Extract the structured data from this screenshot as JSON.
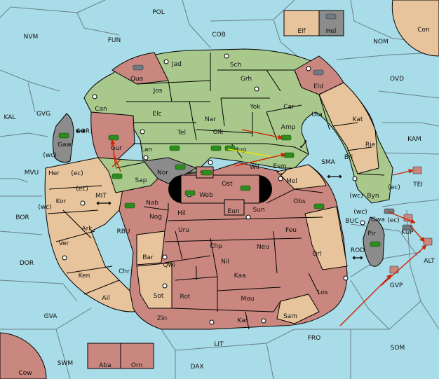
{
  "colors": {
    "sea": "#a8dce8",
    "green": "#a9c98c",
    "red": "#c9877f",
    "tan": "#e7c49b",
    "gray": "#8c8c8c",
    "order_red": "#cc2200",
    "order_yellow": "#e8e800",
    "unit_green": "#2e8b1e"
  },
  "sea_labels": {
    "POL": "POL",
    "NVM": "NVM",
    "FUN": "FUN",
    "COB": "COB",
    "NOM": "NOM",
    "Con": "Con",
    "OVD": "OVD",
    "KAL": "KAL",
    "GVG": "GVG",
    "GOR": "GOR",
    "KAM": "KAM",
    "SMA": "SMA",
    "TEI": "TEI",
    "MVU": "MVU",
    "MIT": "MIT",
    "BOR": "BOR",
    "RBU": "RBU",
    "BUC": "BUC",
    "KUP": "KUP",
    "DOR": "DOR",
    "ROD": "ROD",
    "ALT": "ALT",
    "GVP": "GVP",
    "GVA": "GVA",
    "FRO": "FRO",
    "SOM": "SOM",
    "LIT": "LIT",
    "SWM": "SWM",
    "DAX": "DAX",
    "Cow": "Cow"
  },
  "land_labels": {
    "Elf": "Elf",
    "Hel": "Hel",
    "Jad": "Jad",
    "Sch": "Sch",
    "Qua": "Qua",
    "Eld": "Eld",
    "Jos": "Jos",
    "Grh": "Grh",
    "Can": "Can",
    "Yok": "Yok",
    "Car": "Car",
    "Uta": "Uta",
    "Kat": "Kat",
    "Elc": "Elc",
    "Nar": "Nar",
    "Tel": "Tel",
    "Olk": "Olk",
    "Amp": "Amp",
    "Gaw": "Gaw",
    "Gur": "Gur",
    "Lan": "Lan",
    "Hug": "Hug",
    "Rie": "Rie",
    "Bri": "Bri",
    "Wil": "Wil",
    "Esm": "Esm",
    "Nor": "Nor",
    "Skr": "Skr",
    "Sap": "Sap",
    "Her": "Her",
    "wc1": "(wc)",
    "ec1": "(ec)",
    "Ost": "Ost",
    "Mel": "Mel",
    "Web": "Web",
    "ec2": "(ec)",
    "Kor": "Kor",
    "wc2": "(wc)",
    "Nab": "Nab",
    "Eun": "Eun",
    "Sun": "Sun",
    "Obs": "Obs",
    "Byn": "Byn",
    "wc3": "(wc)",
    "ec3": "(ec)",
    "Hil": "Hil",
    "Nog": "Nog",
    "Gwa": "Gwa",
    "wc4": "(wc)",
    "ec4": "(ec)",
    "Ark": "Ark",
    "Uru": "Uru",
    "Feu": "Feu",
    "Pir": "Pir",
    "Orl": "Orl",
    "Ver": "Ver",
    "Chp": "Chp",
    "Neu": "Neu",
    "Bar": "Bar",
    "Qwi": "Qwi",
    "Nil": "Nil",
    "Ken": "Ken",
    "Chr": "Chr",
    "Kaa": "Kaa",
    "Los": "Los",
    "Ail": "Ail",
    "Sot": "Sot",
    "Rot": "Rot",
    "Mou": "Mou",
    "Sam": "Sam",
    "Zin": "Zin",
    "Kar": "Kar",
    "Aba": "Aba",
    "Orn": "Orn"
  }
}
